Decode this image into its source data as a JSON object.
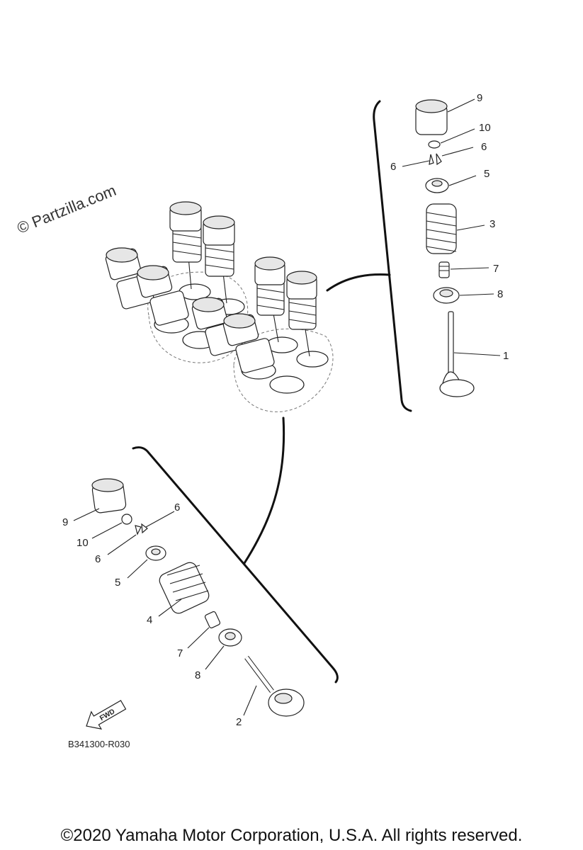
{
  "watermark": "© Partzilla.com",
  "callouts_right": {
    "c9": "9",
    "c10": "10",
    "c6a": "6",
    "c6b": "6",
    "c5": "5",
    "c3": "3",
    "c7": "7",
    "c8": "8",
    "c1": "1"
  },
  "callouts_left": {
    "c9": "9",
    "c10": "10",
    "c6a": "6",
    "c6b": "6",
    "c5": "5",
    "c4": "4",
    "c7": "7",
    "c8": "8",
    "c2": "2"
  },
  "fwd_label": "FWD",
  "diagram_code": "B341300-R030",
  "copyright": "©2020 Yamaha Motor Corporation, U.S.A. All rights reserved."
}
